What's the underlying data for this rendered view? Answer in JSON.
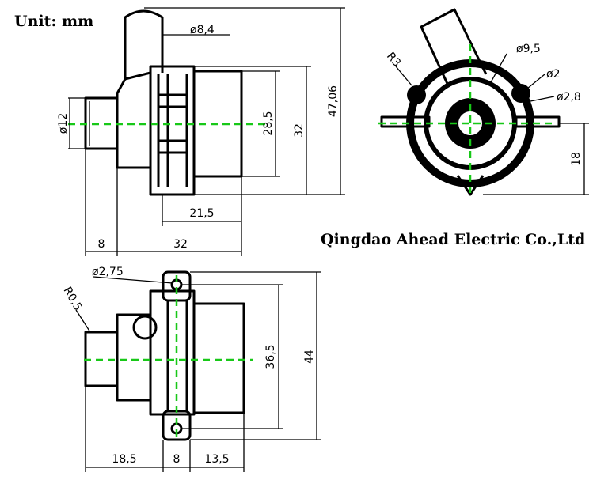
{
  "header": {
    "unit_label": "Unit: mm",
    "company": "Qingdao Ahead Electric Co.,Ltd"
  },
  "colors": {
    "line": "#000000",
    "centerline": "#18c818",
    "background": "#ffffff"
  },
  "side_view": {
    "dims": {
      "inlet_dia": "ø8,4",
      "outlet_dia": "ø12",
      "body_dia_a": "28,5",
      "body_dia_b": "32",
      "overall_height": "47,06",
      "body_len": "21,5",
      "outlet_len": "8",
      "total_len": "32"
    }
  },
  "end_view": {
    "dims": {
      "radius": "R3",
      "dia_a": "ø9,5",
      "dia_b": "ø2",
      "dia_c": "ø2,8",
      "offset": "18"
    }
  },
  "top_view": {
    "dims": {
      "hole_dia": "ø2,75",
      "radius": "R0,5",
      "hole_span": "36,5",
      "overall_width": "44",
      "len_a": "18,5",
      "len_b": "8",
      "len_c": "13,5"
    }
  }
}
